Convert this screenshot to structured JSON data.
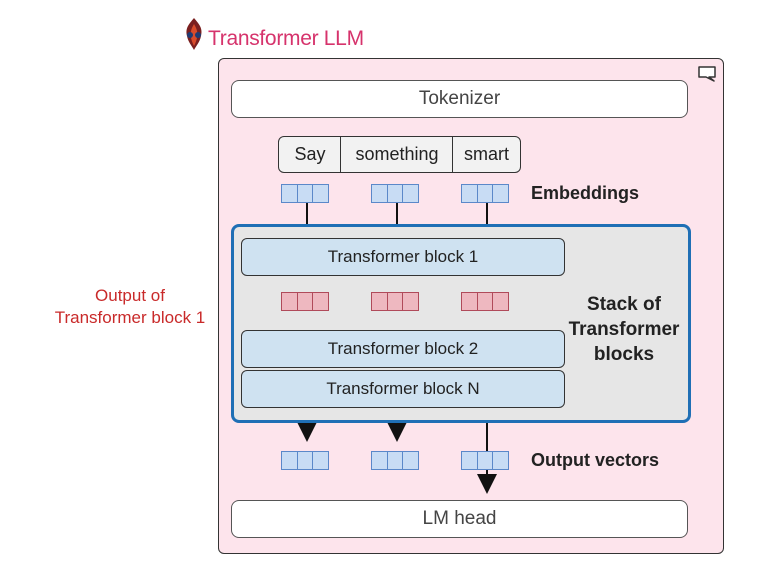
{
  "title": "Transformer LLM",
  "tokenizer_label": "Tokenizer",
  "tokens": [
    "Say",
    "something",
    "smart"
  ],
  "embeddings_label": "Embeddings",
  "blocks": [
    "Transformer block 1",
    "Transformer block 2",
    "Transformer block N"
  ],
  "stack_label": [
    "Stack of",
    "Transformer",
    "blocks"
  ],
  "side_label": [
    "Output of",
    "Transformer block 1"
  ],
  "output_vectors_label": "Output vectors",
  "lm_head_label": "LM head",
  "colors": {
    "title": "#d6336c",
    "llm_background": "#fde4ec",
    "stack_border": "#1f6fb5",
    "stack_background": "#e6e6e6",
    "block_fill": "#cfe2f1",
    "embedding_vector": "#c8dcf4",
    "intermediate_vector": "#eeb8c0",
    "side_label": "#c92a2a"
  },
  "icons": [
    "transformer-logo-icon",
    "comment-icon"
  ]
}
